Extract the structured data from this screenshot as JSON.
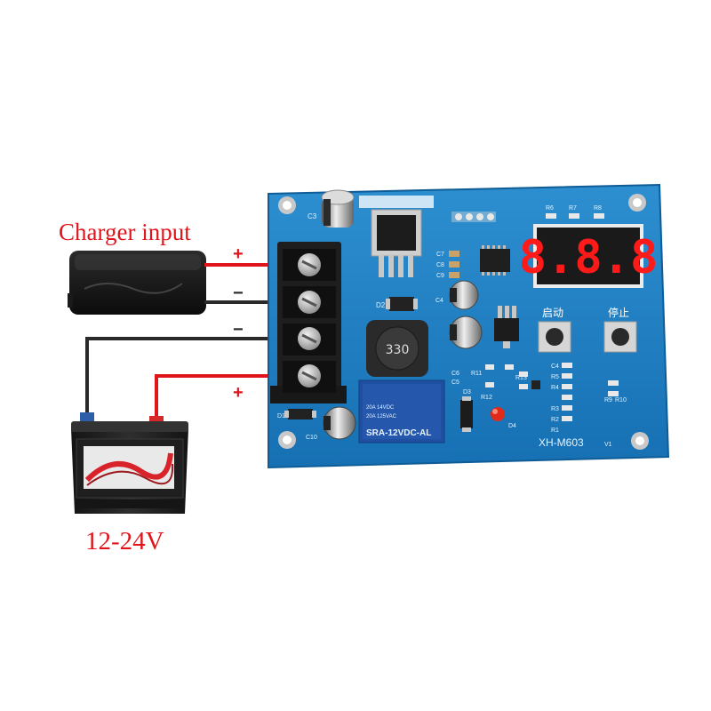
{
  "captions": {
    "charger": "Charger input",
    "battery": "12-24V"
  },
  "signs": {
    "charger_pos": "+",
    "charger_neg": "−",
    "battery_neg": "−",
    "battery_pos": "+"
  },
  "board": {
    "model": "XH-M603",
    "version": "V1",
    "relay_line1": "20A 14VDC",
    "relay_line2": "20A 125VAC",
    "relay_model": "SRA-12VDC-AL",
    "inductor": "330",
    "display": "8.8.8",
    "button_start": "启动",
    "button_stop": "停止",
    "labels": {
      "c3": "C3",
      "c7": "C7",
      "c8": "C8",
      "c9": "C9",
      "c4": "C4",
      "c5": "C5",
      "c6": "C6",
      "c10": "C10",
      "d1": "D1",
      "d2": "D2",
      "d3": "D3",
      "d4": "D4",
      "r1": "R1",
      "r2": "R2",
      "r3": "R3",
      "r4": "R4",
      "r5": "R5",
      "r6": "R6",
      "r7": "R7",
      "r8": "R8",
      "r9": "R9",
      "r10": "R10",
      "r11": "R11",
      "r12": "R12",
      "r13": "R13"
    }
  },
  "colors": {
    "pcb": "#1a7fc4",
    "wire_red": "#e0151b",
    "wire_black": "#2a2a2a",
    "caption_red": "#e0151b"
  }
}
